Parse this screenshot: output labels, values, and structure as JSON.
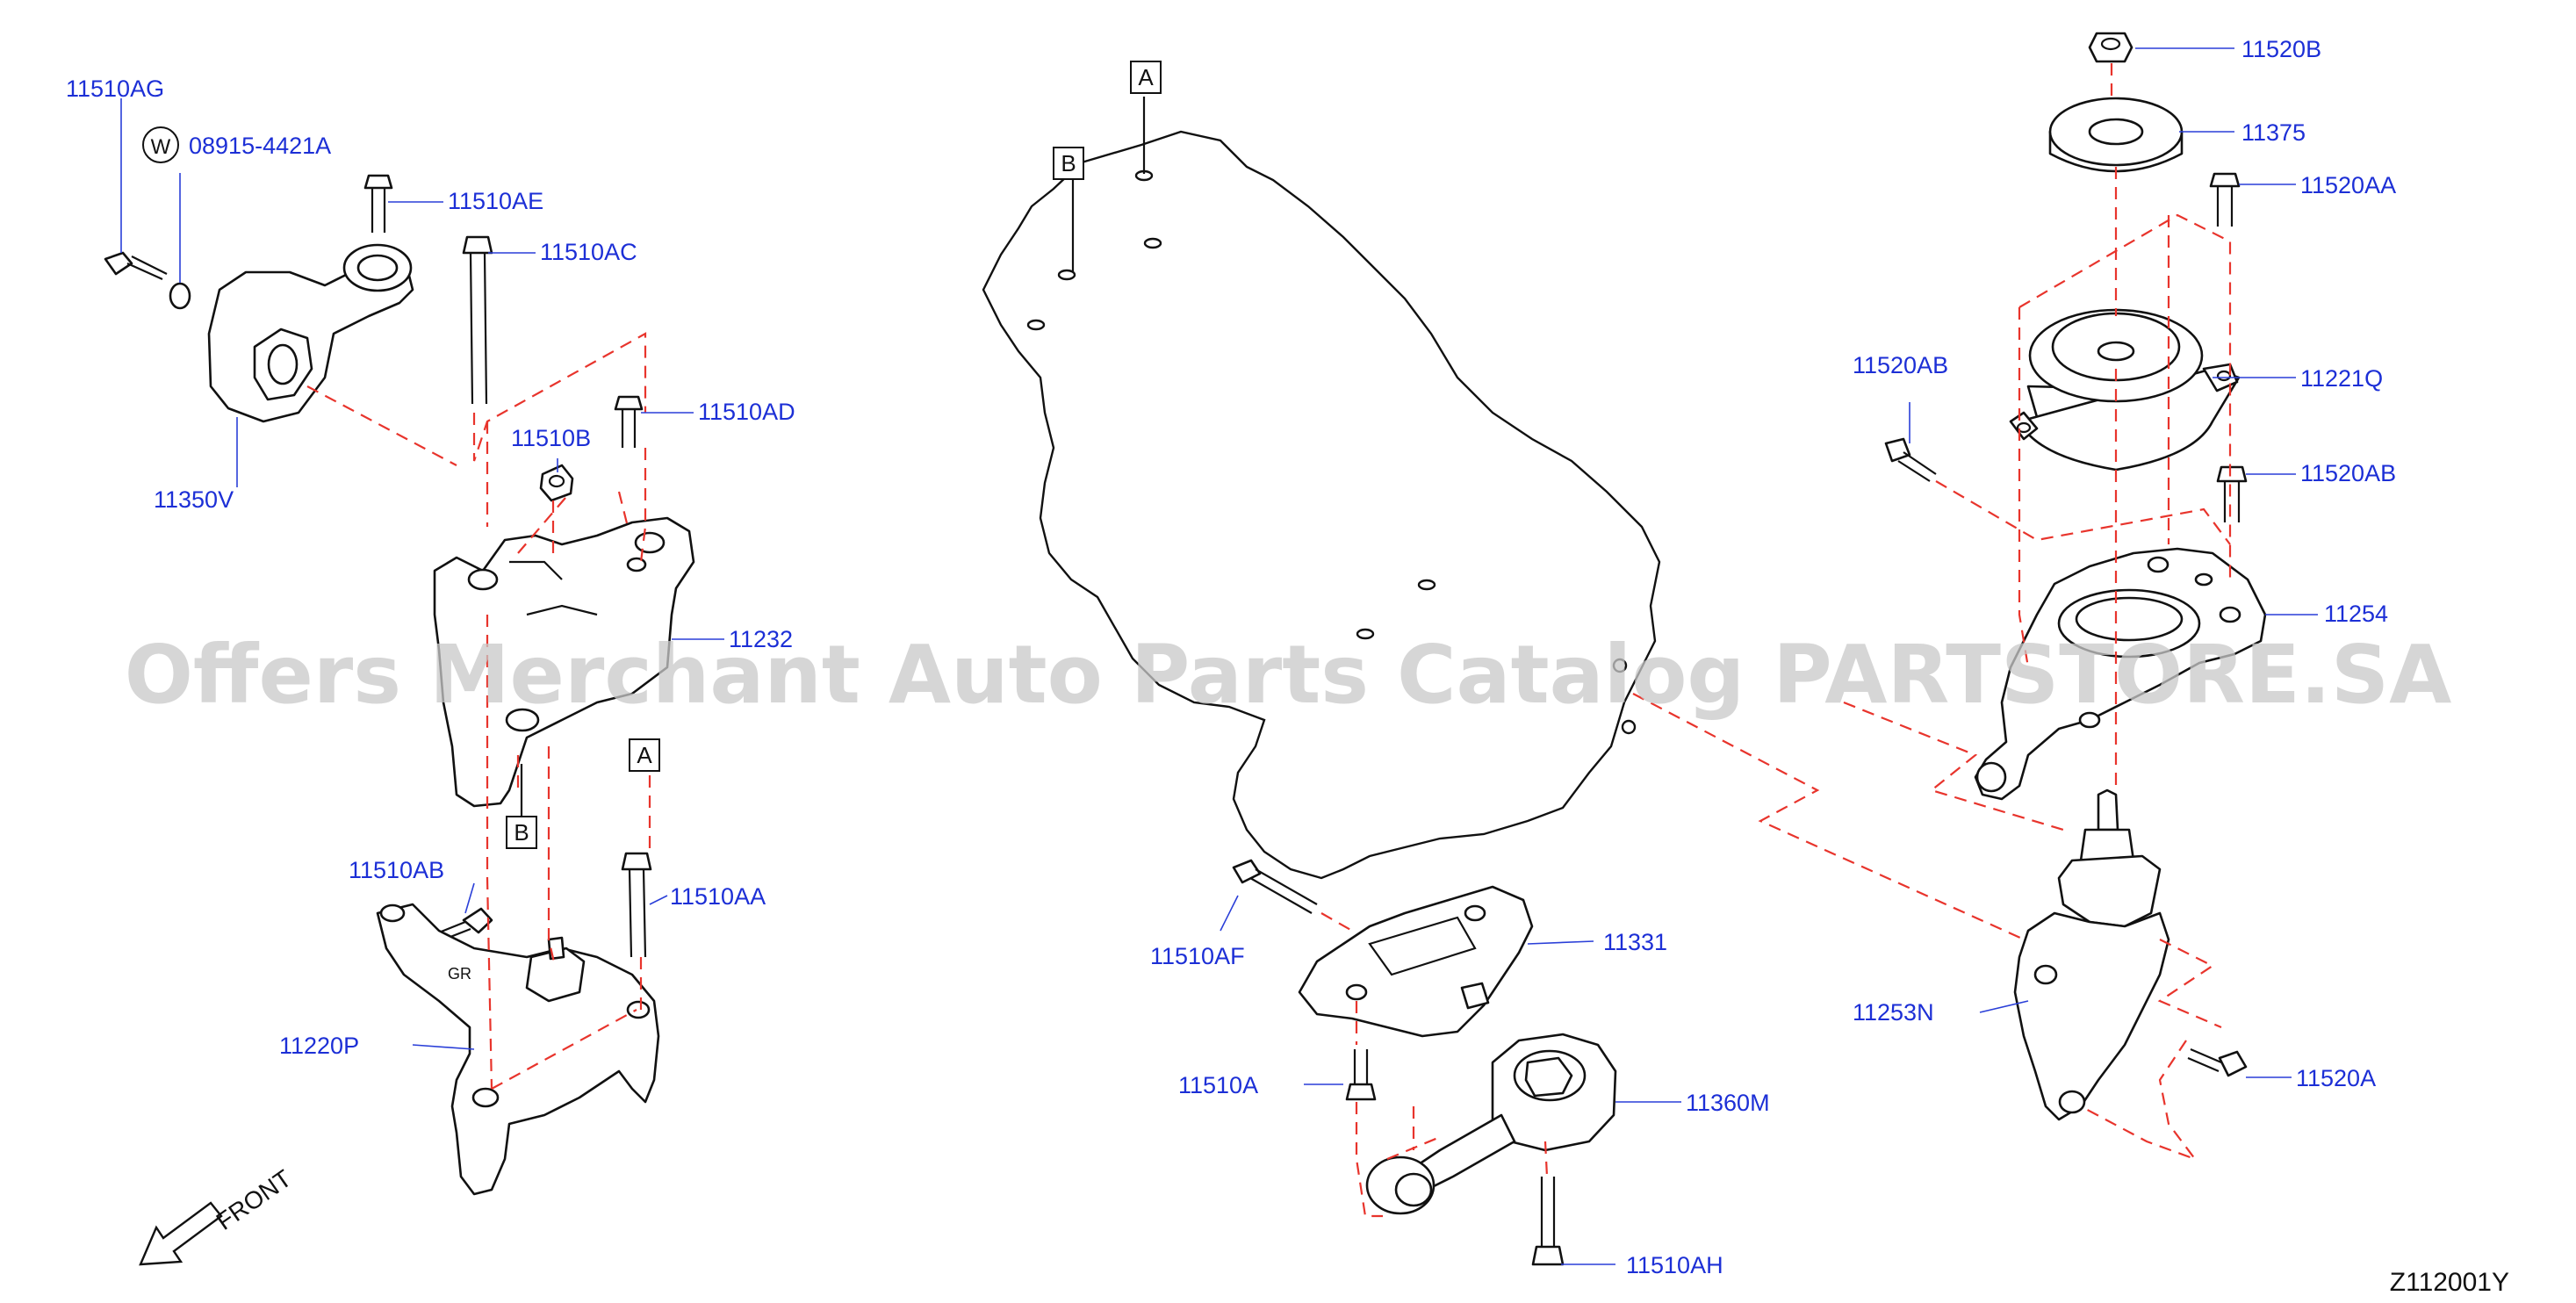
{
  "diagram": {
    "watermark": "Offers Merchant Auto Parts Catalog PARTSTORE.SA",
    "code": "Z112001Y",
    "front_label": "FRONT",
    "washer_symbol": "W",
    "reference_letters": {
      "a_top": "A",
      "b_top": "B",
      "a_left": "A",
      "b_left": "B"
    },
    "labels": {
      "p11510AG": "11510AG",
      "p08915": "08915-4421A",
      "p11510AE": "11510AE",
      "p11510AC": "11510AC",
      "p11510AD": "11510AD",
      "p11510B": "11510B",
      "p11350V": "11350V",
      "p11232": "11232",
      "p11510AB": "11510AB",
      "p11510AA": "11510AA",
      "p11220P": "11220P",
      "p11510AF": "11510AF",
      "p11331": "11331",
      "p11510A": "11510A",
      "p11360M": "11360M",
      "p11510AH": "11510AH",
      "p11520B": "11520B",
      "p11375": "11375",
      "p11520AA": "11520AA",
      "p11520AB_left": "11520AB",
      "p11221Q": "11221Q",
      "p11520AB_right": "11520AB",
      "p11254": "11254",
      "p11253N": "11253N",
      "p11520A": "11520A"
    }
  }
}
